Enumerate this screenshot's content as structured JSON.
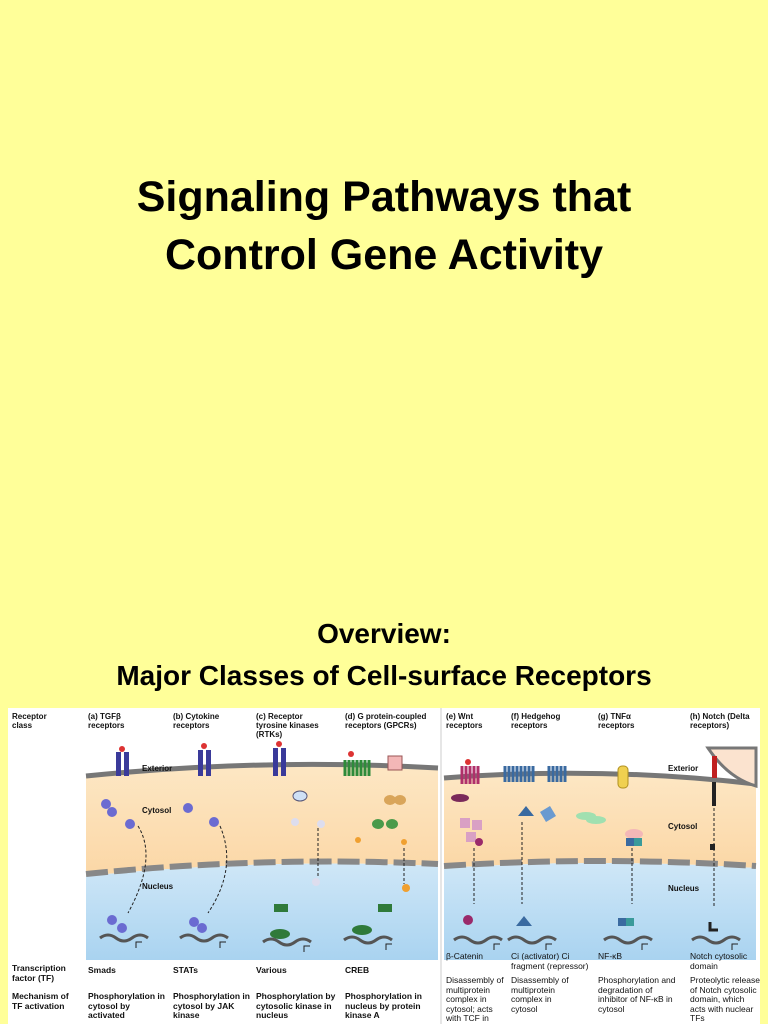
{
  "slide": {
    "title_line1": "Signaling Pathways that",
    "title_line2": "Control Gene Activity",
    "subtitle_line1": "Overview:",
    "subtitle_line2": "Major Classes of Cell-surface Receptors"
  },
  "figure": {
    "row_labels": {
      "receptor_class": "Receptor class",
      "tf": "Transcription factor (TF)",
      "mechanism": "Mechanism of TF activation"
    },
    "region_labels": {
      "exterior_left": "Exterior",
      "cytosol_left": "Cytosol",
      "nucleus_left": "Nucleus",
      "exterior_right": "Exterior",
      "cytosol_right": "Cytosol",
      "nucleus_right": "Nucleus"
    },
    "receptors": [
      {
        "class": "(a) TGFβ receptors",
        "tf": "Smads",
        "mechanism": "Phosphorylation in cytosol by activated"
      },
      {
        "class": "(b) Cytokine receptors",
        "tf": "STATs",
        "mechanism": "Phosphorylation in cytosol by JAK kinase"
      },
      {
        "class": "(c) Receptor tyrosine kinases (RTKs)",
        "tf": "Various",
        "mechanism": "Phosphorylation by cytosolic kinase in nucleus"
      },
      {
        "class": "(d) G protein-coupled receptors (GPCRs)",
        "tf": "CREB",
        "mechanism": "Phosphorylation in nucleus by protein kinase A"
      },
      {
        "class": "(e) Wnt receptors",
        "tf": "β-Catenin",
        "mechanism": "Disassembly of multiprotein complex in cytosol; acts with TCF in"
      },
      {
        "class": "(f) Hedgehog receptors",
        "tf": "Ci (activator) Ci fragment (repressor)",
        "mechanism": "Disassembly of multiprotein complex in cytosol"
      },
      {
        "class": "(g) TNFα receptors",
        "tf": "NF-κB",
        "mechanism": "Phosphorylation and degradation of inhibitor of NF-κB in cytosol"
      },
      {
        "class": "(h) Notch (Delta receptors)",
        "tf": "Notch cytosolic domain",
        "mechanism": "Proteolytic release of Notch cytosolic domain, which acts with nuclear TFs"
      }
    ]
  }
}
